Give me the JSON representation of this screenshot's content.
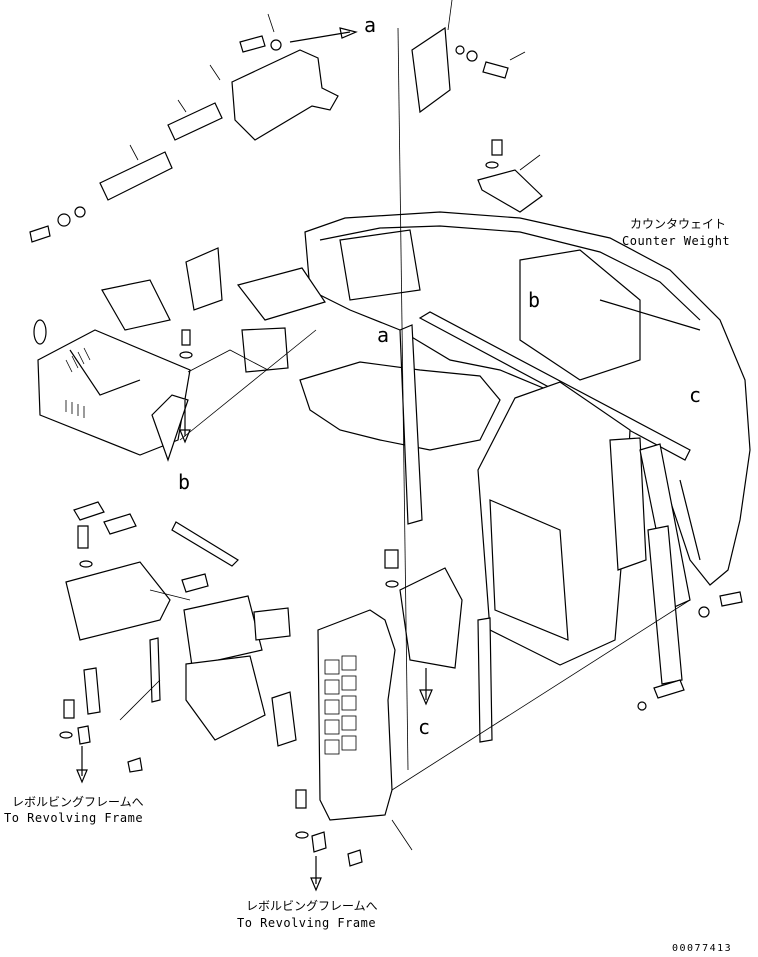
{
  "labels": {
    "a_top": "a",
    "a_mid": "a",
    "b_left": "b",
    "b_right": "b",
    "c_right": "c",
    "c_mid": "c"
  },
  "counterweight": {
    "jp": "カウンタウェイト",
    "en": "Counter Weight"
  },
  "revolving_frame_left": {
    "jp": "レボルビングフレームへ",
    "en": "To Revolving Frame"
  },
  "revolving_frame_bottom": {
    "jp": "レボルビングフレームへ",
    "en": "To Revolving Frame"
  },
  "document_number": "00077413"
}
